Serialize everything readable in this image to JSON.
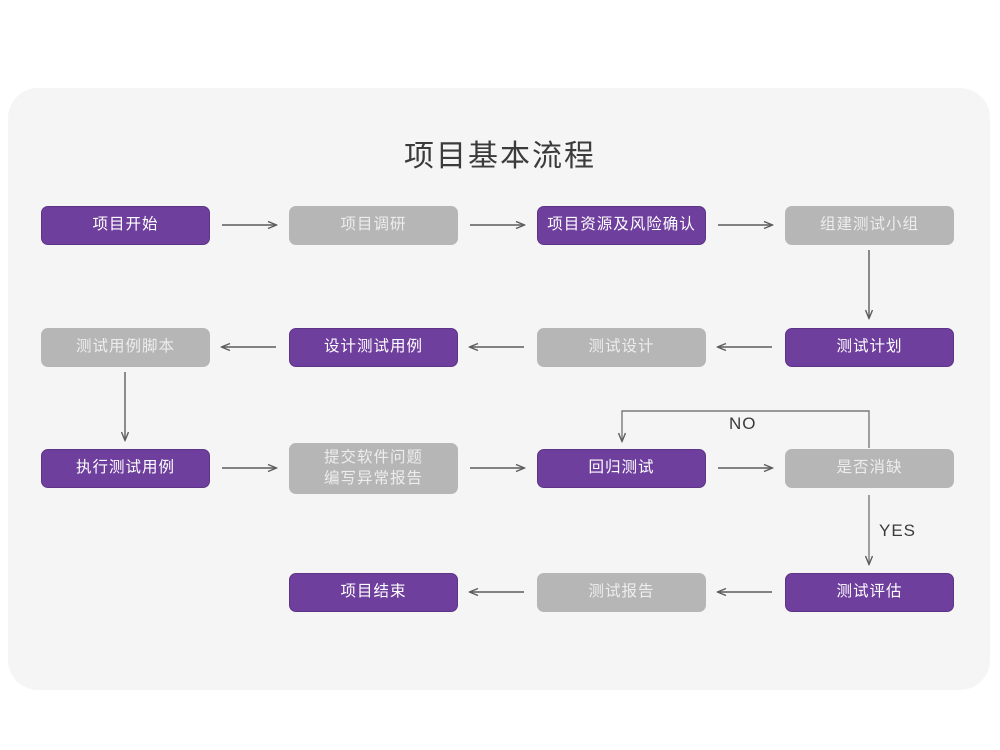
{
  "page": {
    "title": "项目基本流程",
    "background_color": "#ffffff",
    "card_color": "#f5f5f6",
    "accent_color": "#6f3f9e",
    "muted_color": "#b6b6b6",
    "line_color": "#6b6b6b"
  },
  "chart_data": {
    "type": "diagram",
    "title": "项目基本流程",
    "nodes": [
      {
        "id": "n1",
        "label": "项目开始",
        "style": "purple",
        "row": 1,
        "col": 1
      },
      {
        "id": "n2",
        "label": "项目调研",
        "style": "gray",
        "row": 1,
        "col": 2
      },
      {
        "id": "n3",
        "label": "项目资源及风险确认",
        "style": "purple",
        "row": 1,
        "col": 3
      },
      {
        "id": "n4",
        "label": "组建测试小组",
        "style": "gray",
        "row": 1,
        "col": 4
      },
      {
        "id": "n5",
        "label": "测试计划",
        "style": "purple",
        "row": 2,
        "col": 4
      },
      {
        "id": "n6",
        "label": "测试设计",
        "style": "gray",
        "row": 2,
        "col": 3
      },
      {
        "id": "n7",
        "label": "设计测试用例",
        "style": "purple",
        "row": 2,
        "col": 2
      },
      {
        "id": "n8",
        "label": "测试用例脚本",
        "style": "gray",
        "row": 2,
        "col": 1
      },
      {
        "id": "n9",
        "label": "执行测试用例",
        "style": "purple",
        "row": 3,
        "col": 1
      },
      {
        "id": "n10",
        "label_line1": "提交软件问题",
        "label_line2": "编写异常报告",
        "style": "gray",
        "row": 3,
        "col": 2
      },
      {
        "id": "n11",
        "label": "回归测试",
        "style": "purple",
        "row": 3,
        "col": 3
      },
      {
        "id": "n12",
        "label": "是否消缺",
        "style": "gray",
        "row": 3,
        "col": 4
      },
      {
        "id": "n13",
        "label": "测试评估",
        "style": "purple",
        "row": 4,
        "col": 4
      },
      {
        "id": "n14",
        "label": "测试报告",
        "style": "gray",
        "row": 4,
        "col": 3
      },
      {
        "id": "n15",
        "label": "项目结束",
        "style": "purple",
        "row": 4,
        "col": 2
      }
    ],
    "edges": [
      {
        "from": "n1",
        "to": "n2",
        "direction": "right",
        "label": ""
      },
      {
        "from": "n2",
        "to": "n3",
        "direction": "right",
        "label": ""
      },
      {
        "from": "n3",
        "to": "n4",
        "direction": "right",
        "label": ""
      },
      {
        "from": "n4",
        "to": "n5",
        "direction": "down",
        "label": ""
      },
      {
        "from": "n5",
        "to": "n6",
        "direction": "left",
        "label": ""
      },
      {
        "from": "n6",
        "to": "n7",
        "direction": "left",
        "label": ""
      },
      {
        "from": "n7",
        "to": "n8",
        "direction": "left",
        "label": ""
      },
      {
        "from": "n8",
        "to": "n9",
        "direction": "down",
        "label": ""
      },
      {
        "from": "n9",
        "to": "n10",
        "direction": "right",
        "label": ""
      },
      {
        "from": "n10",
        "to": "n11",
        "direction": "right",
        "label": ""
      },
      {
        "from": "n11",
        "to": "n12",
        "direction": "right",
        "label": ""
      },
      {
        "from": "n12",
        "to": "n11",
        "direction": "up-left-loop",
        "label": "NO"
      },
      {
        "from": "n12",
        "to": "n13",
        "direction": "down",
        "label": "YES"
      },
      {
        "from": "n13",
        "to": "n14",
        "direction": "left",
        "label": ""
      },
      {
        "from": "n14",
        "to": "n15",
        "direction": "left",
        "label": ""
      }
    ],
    "edge_labels": {
      "no": "NO",
      "yes": "YES"
    }
  }
}
